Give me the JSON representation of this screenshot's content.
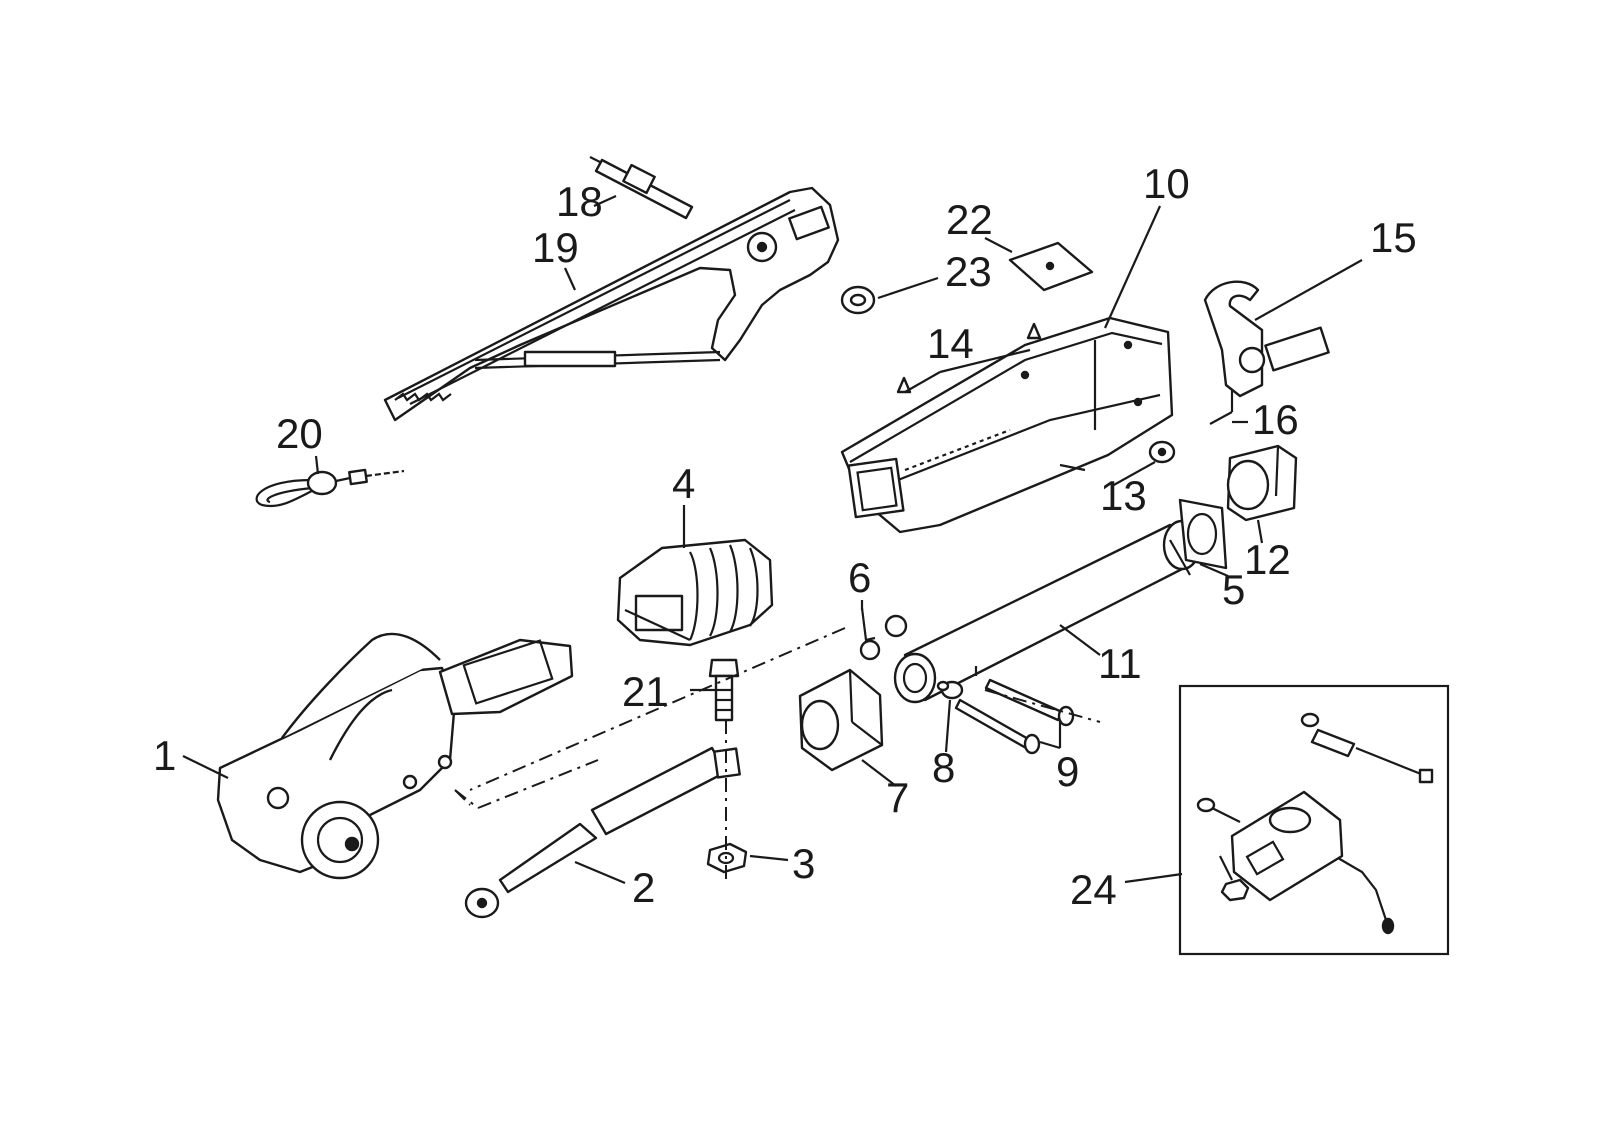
{
  "diagram": {
    "callouts": [
      {
        "id": "c1",
        "label": "1"
      },
      {
        "id": "c2",
        "label": "2"
      },
      {
        "id": "c3",
        "label": "3"
      },
      {
        "id": "c4",
        "label": "4"
      },
      {
        "id": "c5",
        "label": "5"
      },
      {
        "id": "c6",
        "label": "6"
      },
      {
        "id": "c7",
        "label": "7"
      },
      {
        "id": "c8",
        "label": "8"
      },
      {
        "id": "c9",
        "label": "9"
      },
      {
        "id": "c10",
        "label": "10"
      },
      {
        "id": "c11",
        "label": "11"
      },
      {
        "id": "c12",
        "label": "12"
      },
      {
        "id": "c13",
        "label": "13"
      },
      {
        "id": "c14",
        "label": "14"
      },
      {
        "id": "c15",
        "label": "15"
      },
      {
        "id": "c16",
        "label": "16"
      },
      {
        "id": "c18",
        "label": "18"
      },
      {
        "id": "c19",
        "label": "19"
      },
      {
        "id": "c20",
        "label": "20"
      },
      {
        "id": "c21",
        "label": "21"
      },
      {
        "id": "c22",
        "label": "22"
      },
      {
        "id": "c23",
        "label": "23"
      },
      {
        "id": "c24",
        "label": "24"
      }
    ]
  }
}
